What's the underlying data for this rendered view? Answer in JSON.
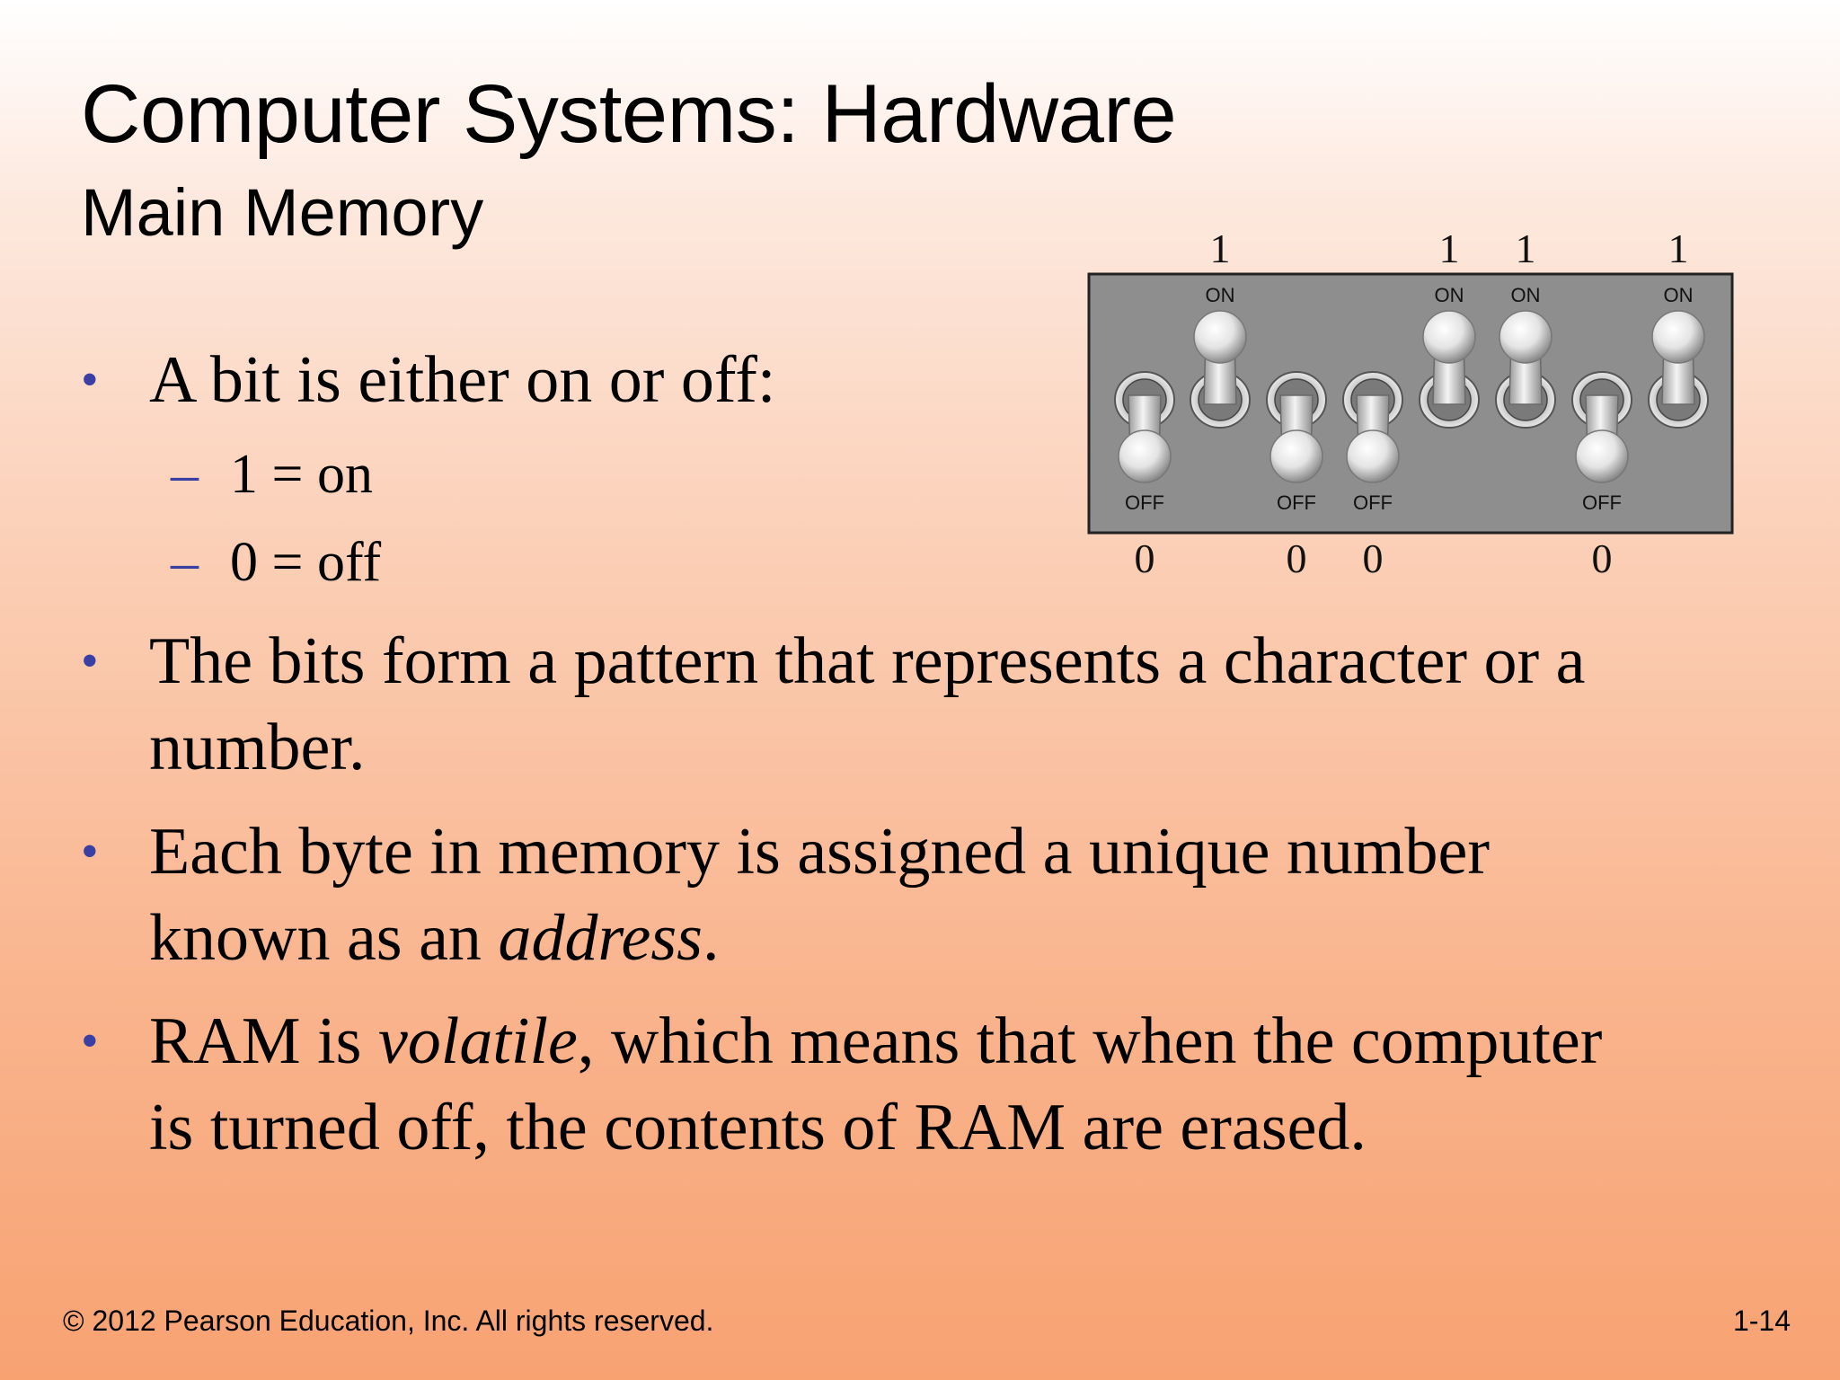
{
  "title": "Computer Systems: Hardware",
  "subtitle": "Main Memory",
  "bullets": [
    {
      "text": "A bit is either on or off:"
    },
    {
      "sub": [
        "1 = on",
        "0 = off"
      ]
    },
    {
      "lines": [
        "The bits form a pattern that represents a character or a",
        "number."
      ]
    },
    {
      "line1": "Each byte  in memory is assigned a unique number",
      "line2_pre": "known as an ",
      "line2_em": "address",
      "line2_post": "."
    },
    {
      "line1_pre": "RAM is ",
      "line1_em": "volatile",
      "line1_post": ", which means that when the computer",
      "line2": "is turned off, the contents of RAM are erased."
    }
  ],
  "bullet_glyph": "•",
  "dash_glyph": "–",
  "switch_figure": {
    "on_label": "ON",
    "off_label": "OFF",
    "bits": [
      0,
      1,
      0,
      0,
      1,
      1,
      0,
      1
    ],
    "bit_labels": [
      "0",
      "1",
      "0",
      "0",
      "1",
      "1",
      "0",
      "1"
    ],
    "panel_color": "#8e8e8e"
  },
  "footer": "© 2012 Pearson Education, Inc. All rights reserved.",
  "slide_number": "1-14",
  "colors": {
    "bullet": "#3a3fa3"
  }
}
